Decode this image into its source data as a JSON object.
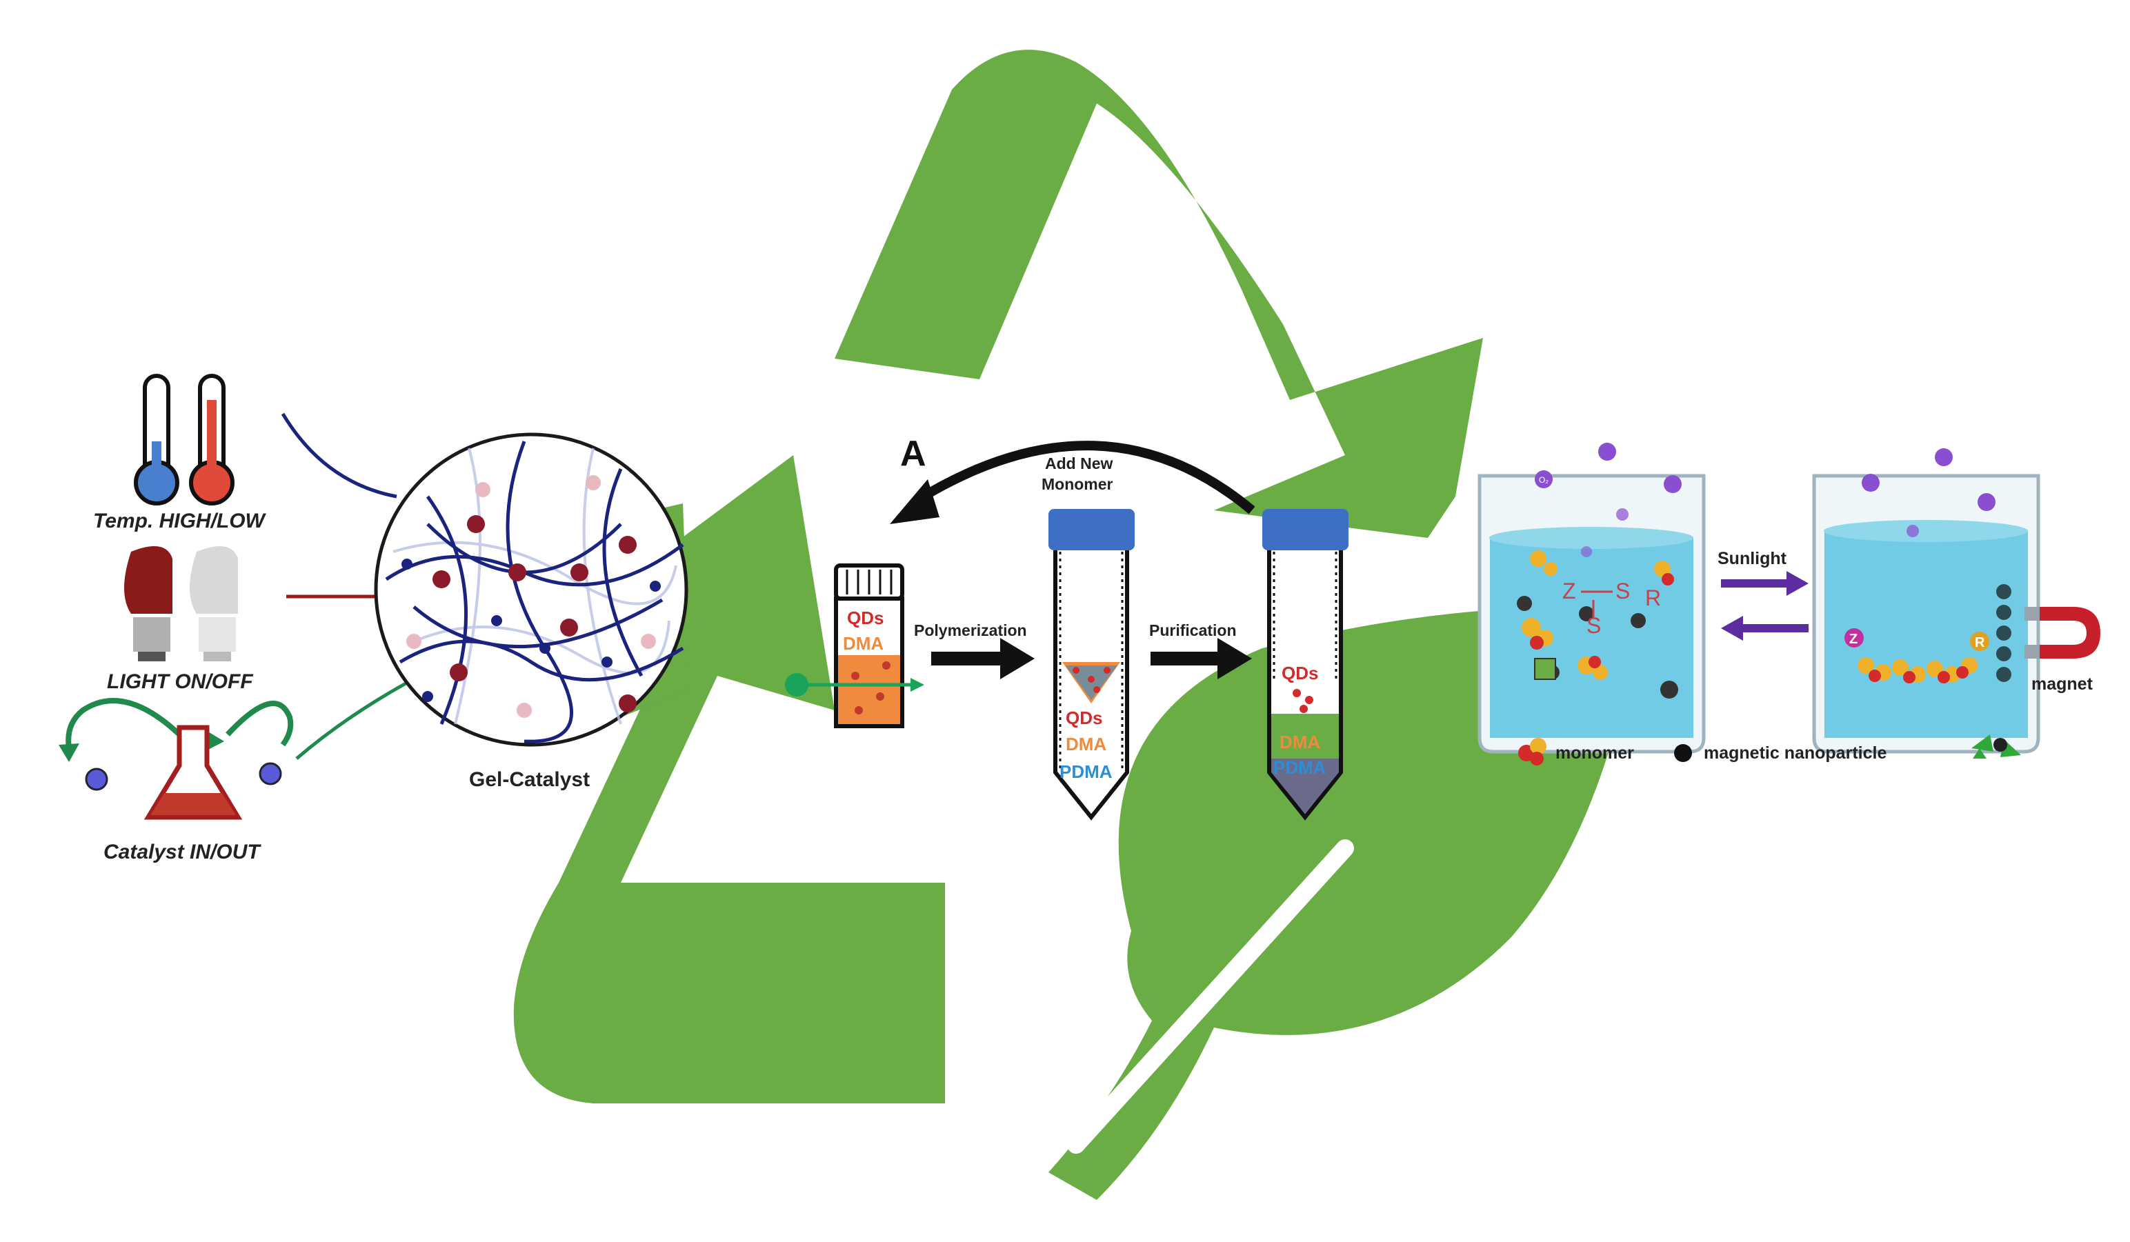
{
  "colors": {
    "recycle_green": "#6aad45",
    "arrow_black": "#111111",
    "cap_blue": "#3d6fc4",
    "qds_red": "#d42a2a",
    "dma_orange": "#f08a3c",
    "pdma_blue": "#2a8fd6",
    "water_blue": "#5cc3e0",
    "chain_red": "#9a1a1a",
    "chain_blue": "#1a237e",
    "purple_arrow": "#5b2d9e",
    "magnet_red": "#c8202a"
  },
  "left_panel": {
    "temp_label": "Temp. HIGH/LOW",
    "light_label": "LIGHT ON/OFF",
    "catalyst_label": "Catalyst IN/OUT",
    "gel_label": "Gel-Catalyst",
    "icons": [
      "thermometer-cold-icon",
      "thermometer-hot-icon",
      "bulb-on-icon",
      "bulb-off-icon",
      "flask-icon"
    ]
  },
  "middle_panel": {
    "cycle_letter": "A",
    "add_new_monomer_line1": "Add New",
    "add_new_monomer_line2": "Monomer",
    "polymerization": "Polymerization",
    "purification": "Purification",
    "vial": {
      "qds": "QDs",
      "dma": "DMA"
    },
    "tube2": {
      "qds": "QDs",
      "dma": "DMA",
      "pdma": "PDMA"
    },
    "tube3": {
      "qds": "QDs",
      "dma": "DMA",
      "pdma": "PDMA"
    }
  },
  "right_panel": {
    "sunlight": "Sunlight",
    "monomer": "monomer",
    "magnetic_nanoparticle": "magnetic nanoparticle",
    "magnet": "magnet",
    "o2": "O₂",
    "raft_z": "Z",
    "raft_s1": "S",
    "raft_s2": "S",
    "raft_r": "R",
    "end_z": "Z",
    "end_r": "R"
  }
}
